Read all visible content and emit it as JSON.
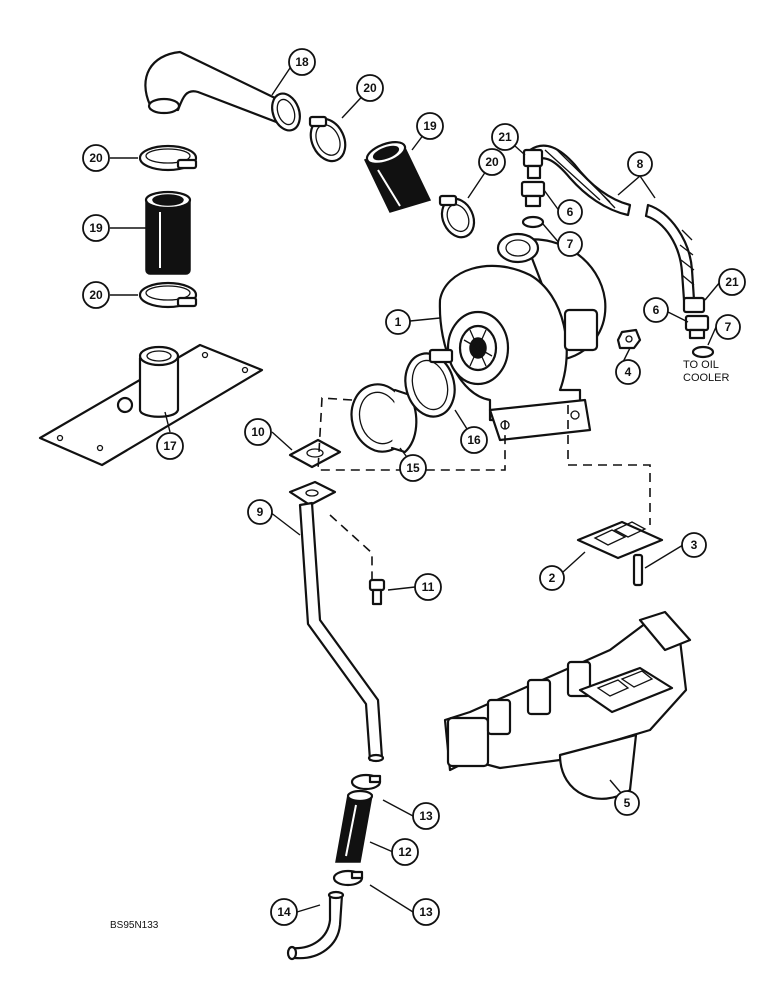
{
  "drawing_code": "BS95N133",
  "destination_note": {
    "line1": "TO OIL",
    "line2": "COOLER"
  },
  "callouts": [
    {
      "id": "c18",
      "label": "18"
    },
    {
      "id": "c20a",
      "label": "20"
    },
    {
      "id": "c20b",
      "label": "20"
    },
    {
      "id": "c19a",
      "label": "19"
    },
    {
      "id": "c19b",
      "label": "19"
    },
    {
      "id": "c20c",
      "label": "20"
    },
    {
      "id": "c20d",
      "label": "20"
    },
    {
      "id": "c21a",
      "label": "21"
    },
    {
      "id": "c6a",
      "label": "6"
    },
    {
      "id": "c7a",
      "label": "7"
    },
    {
      "id": "c8",
      "label": "8"
    },
    {
      "id": "c21b",
      "label": "21"
    },
    {
      "id": "c6b",
      "label": "6"
    },
    {
      "id": "c7b",
      "label": "7"
    },
    {
      "id": "c1",
      "label": "1"
    },
    {
      "id": "c4",
      "label": "4"
    },
    {
      "id": "c17",
      "label": "17"
    },
    {
      "id": "c10",
      "label": "10"
    },
    {
      "id": "c15",
      "label": "15"
    },
    {
      "id": "c16",
      "label": "16"
    },
    {
      "id": "c9",
      "label": "9"
    },
    {
      "id": "c11",
      "label": "11"
    },
    {
      "id": "c2",
      "label": "2"
    },
    {
      "id": "c3",
      "label": "3"
    },
    {
      "id": "c5",
      "label": "5"
    },
    {
      "id": "c13a",
      "label": "13"
    },
    {
      "id": "c12",
      "label": "12"
    },
    {
      "id": "c13b",
      "label": "13"
    },
    {
      "id": "c14",
      "label": "14"
    }
  ]
}
